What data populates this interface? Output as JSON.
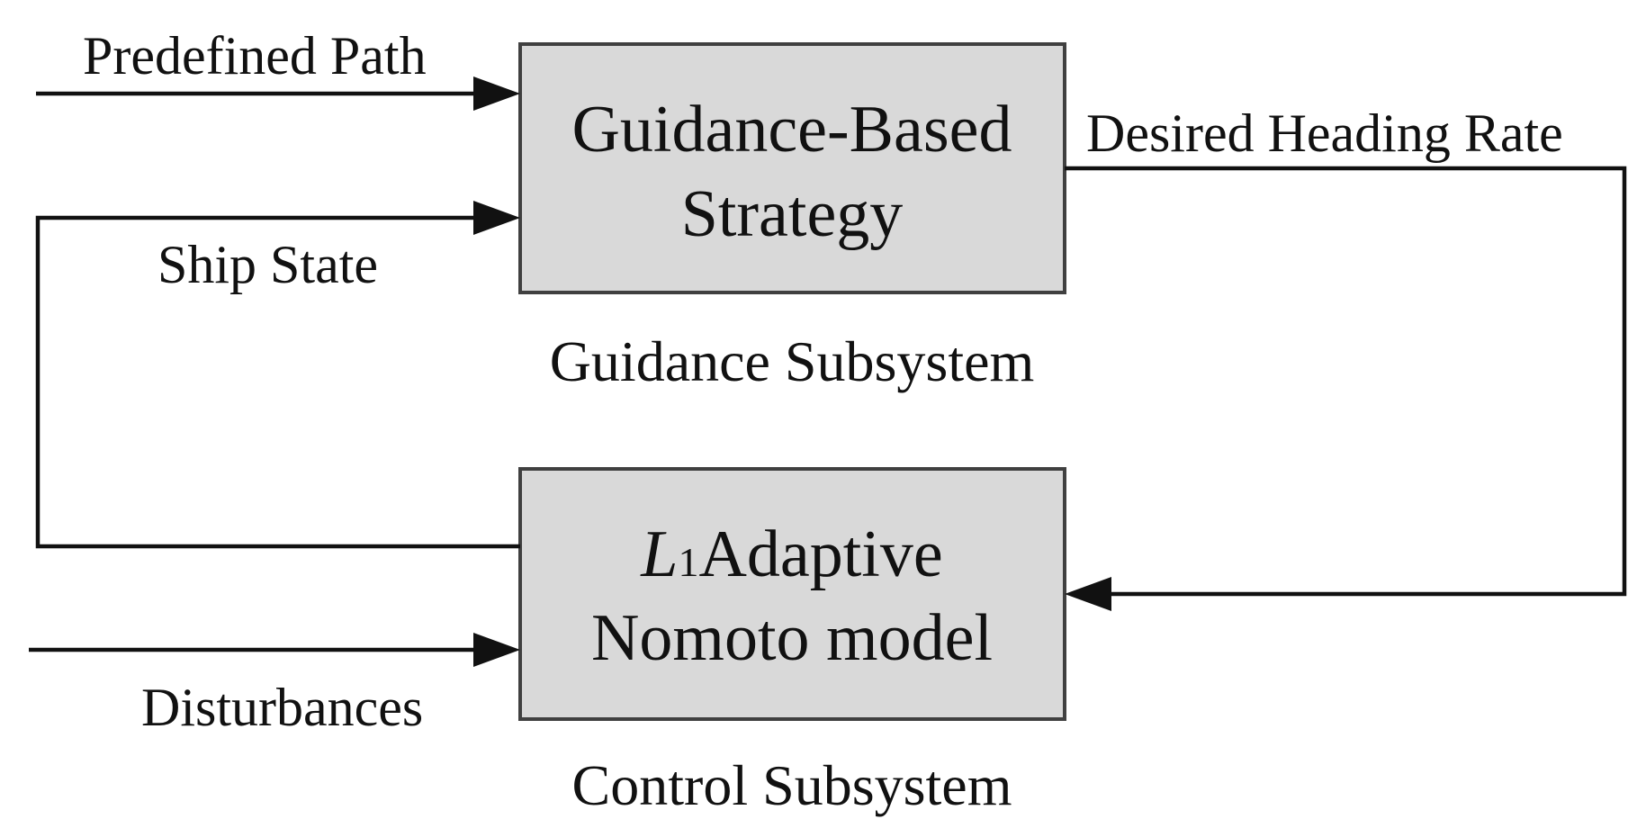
{
  "blocks": {
    "guidance": {
      "line1": "Guidance-Based",
      "line2": "Strategy",
      "caption": "Guidance Subsystem"
    },
    "control": {
      "symbol": "L",
      "subscript": "1",
      "line1_rest": "Adaptive",
      "line2": "Nomoto model",
      "caption": "Control Subsystem"
    }
  },
  "signals": {
    "predefined_path": "Predefined Path",
    "ship_state": "Ship State",
    "desired_heading_rate": "Desired Heading Rate",
    "disturbances": "Disturbances"
  },
  "colors": {
    "block_fill": "#d9d9d9",
    "block_border": "#404040",
    "line": "#111111"
  }
}
